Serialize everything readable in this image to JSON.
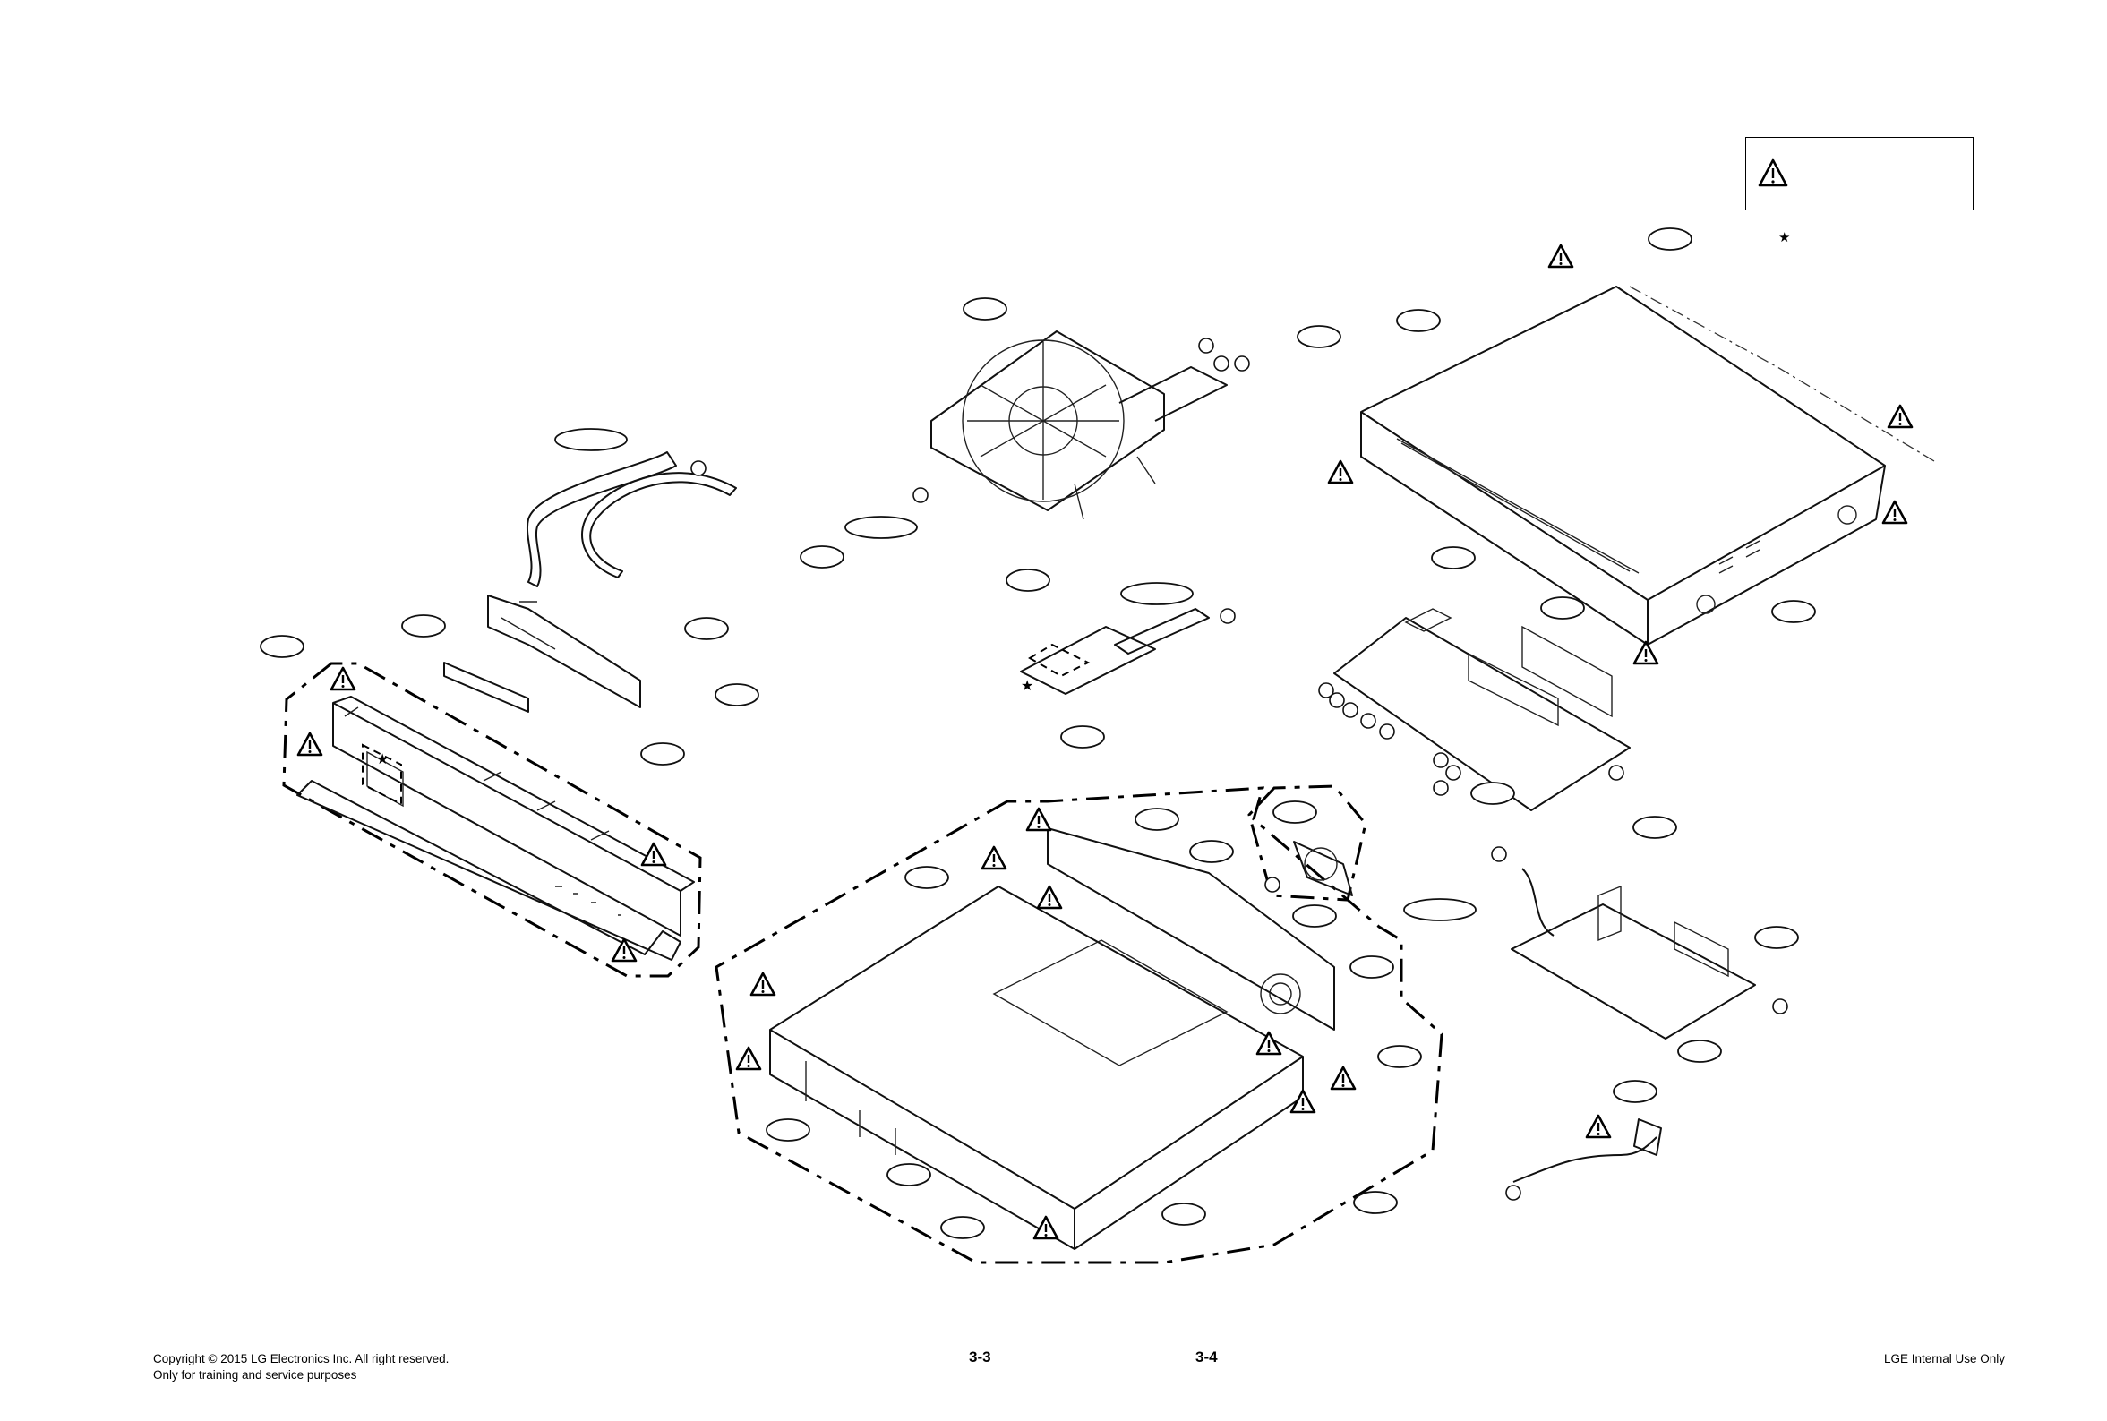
{
  "footer": {
    "copyright": "Copyright © 2015 LG Electronics Inc. All right reserved.",
    "training_note": "Only for training and service purposes",
    "page_left": "3-3",
    "page_right": "3-4",
    "internal_use": "LGE Internal Use Only"
  },
  "legend": {
    "warning_symbol": "warning-triangle-icon",
    "star_symbol": "★"
  },
  "icons": {
    "warning": "warning-triangle-icon",
    "star": "star-icon"
  },
  "colors": {
    "line": "#111111",
    "background": "#ffffff"
  }
}
